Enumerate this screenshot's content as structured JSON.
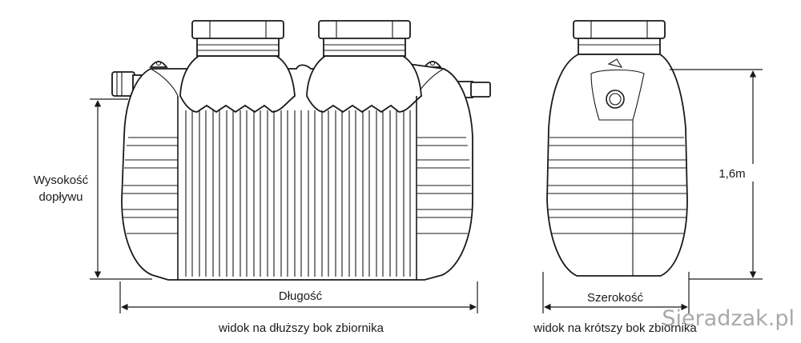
{
  "labels": {
    "inlet_height": [
      "Wysokość",
      "dopływu"
    ],
    "length": "Długość",
    "width": "Szerokość",
    "height": "1,6m",
    "caption_long": "widok na dłuższy bok zbiornika",
    "caption_short": "widok na krótszy bok zbiornika"
  },
  "watermark": "Sieradzak.pl",
  "colors": {
    "ink": "#1a1a1a",
    "watermark": "#9a9a9a"
  }
}
